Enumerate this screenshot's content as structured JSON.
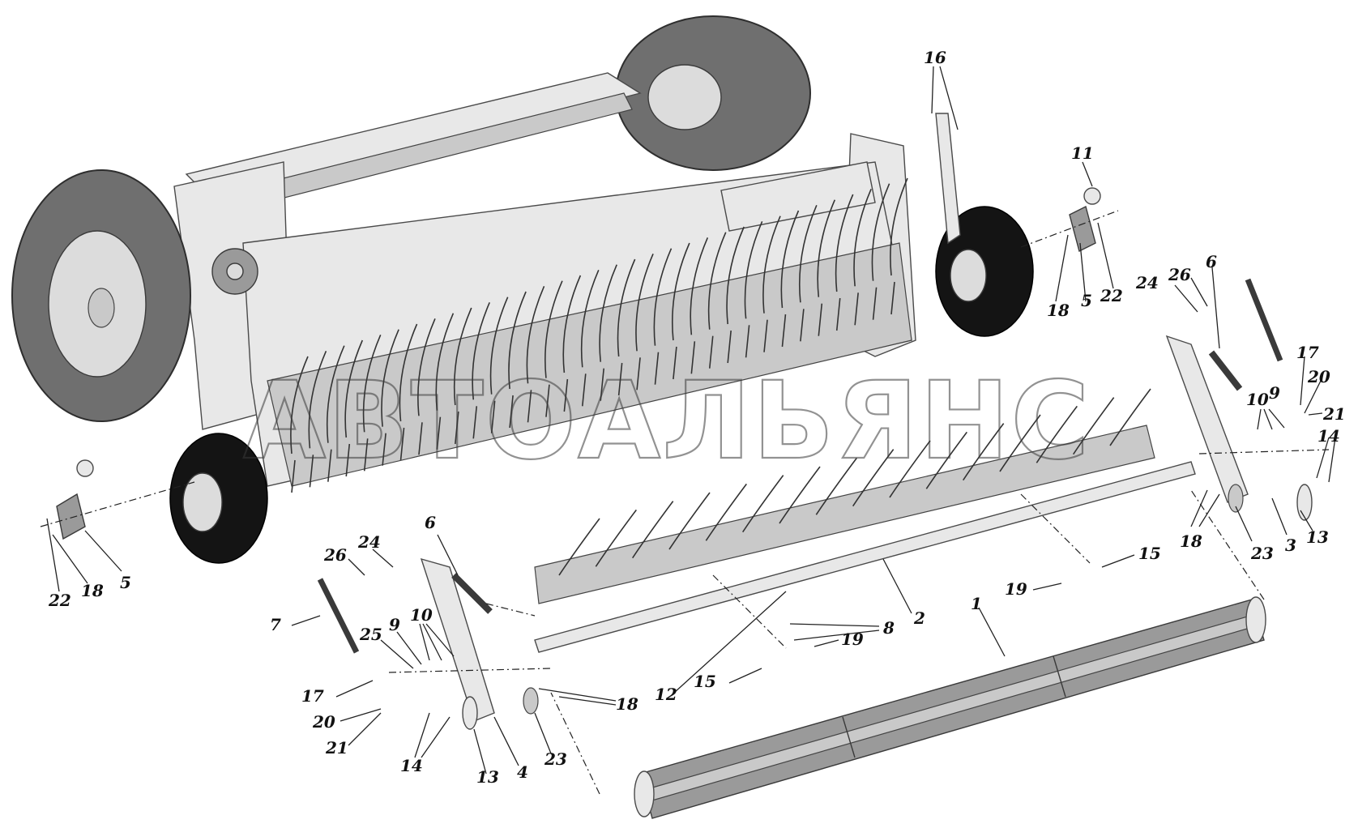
{
  "watermark": "АВТОАЛЬЯНС",
  "callouts": {
    "c1": "1",
    "c2": "2",
    "c3": "3",
    "c4": "4",
    "c5_left": "5",
    "c5_right": "5",
    "c6_left": "6",
    "c6_right": "6",
    "c7": "7",
    "c8": "8",
    "c9_left": "9",
    "c9_right": "9",
    "c10_left": "10",
    "c10_right": "10",
    "c11": "11",
    "c12": "12",
    "c13_left": "13",
    "c13_right": "13",
    "c14_left": "14",
    "c14_right": "14",
    "c15_left": "15",
    "c15_right": "15",
    "c16": "16",
    "c17_left": "17",
    "c17_right": "17",
    "c18_left": "18",
    "c18_right": "18",
    "c18_bottom": "18",
    "c18_right_lower": "18",
    "c19_left": "19",
    "c19_right": "19",
    "c20_left": "20",
    "c20_right": "20",
    "c21_left": "21",
    "c21_right": "21",
    "c22_left": "22",
    "c22_right": "22",
    "c23_left": "23",
    "c23_right": "23",
    "c24_left": "24",
    "c24_right": "24",
    "c25": "25",
    "c26_left": "26",
    "c26_right": "26"
  }
}
